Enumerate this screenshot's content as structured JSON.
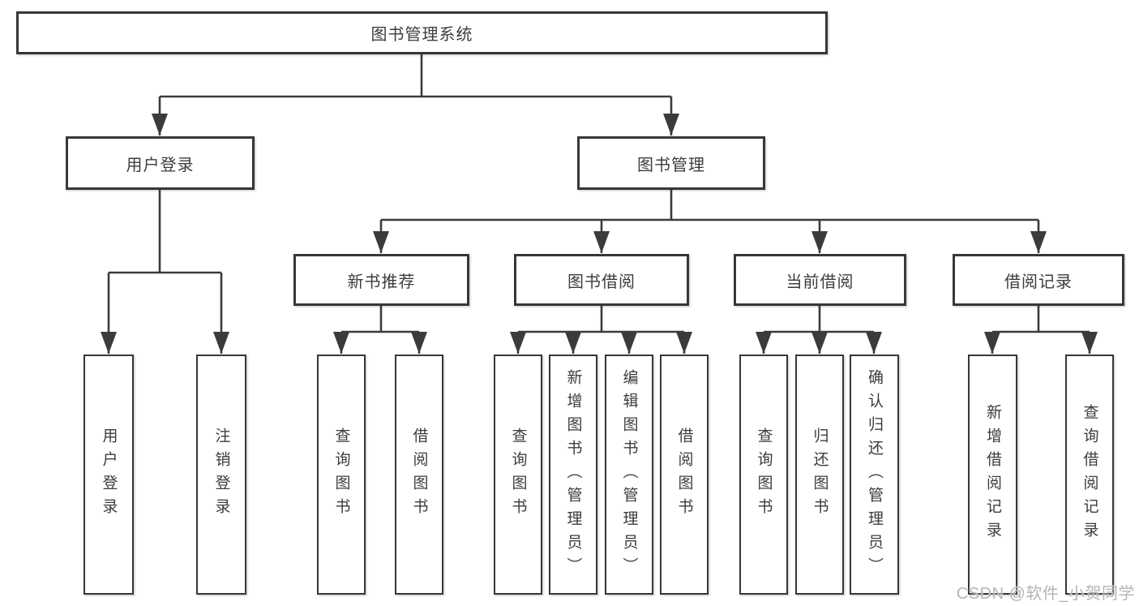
{
  "tree": {
    "root": "图书管理系统",
    "branches": [
      {
        "label": "用户登录",
        "leaves": [
          "用户登录",
          "注销登录"
        ]
      },
      {
        "label": "图书管理",
        "modules": [
          {
            "label": "新书推荐",
            "leaves": [
              "查询图书",
              "借阅图书"
            ]
          },
          {
            "label": "图书借阅",
            "leaves": [
              "查询图书",
              "新增图书（管理员）",
              "编辑图书（管理员）",
              "借阅图书"
            ]
          },
          {
            "label": "当前借阅",
            "leaves": [
              "查询图书",
              "归还图书",
              "确认归还（管理员）"
            ]
          },
          {
            "label": "借阅记录",
            "leaves": [
              "新增借阅记录",
              "查询借阅记录"
            ]
          }
        ]
      }
    ]
  },
  "watermark": "CSDN @软件_小贺同学",
  "colors": {
    "line": "#3b3b3b",
    "text": "#3c3c3c",
    "watermark": "#b5b5b5"
  }
}
